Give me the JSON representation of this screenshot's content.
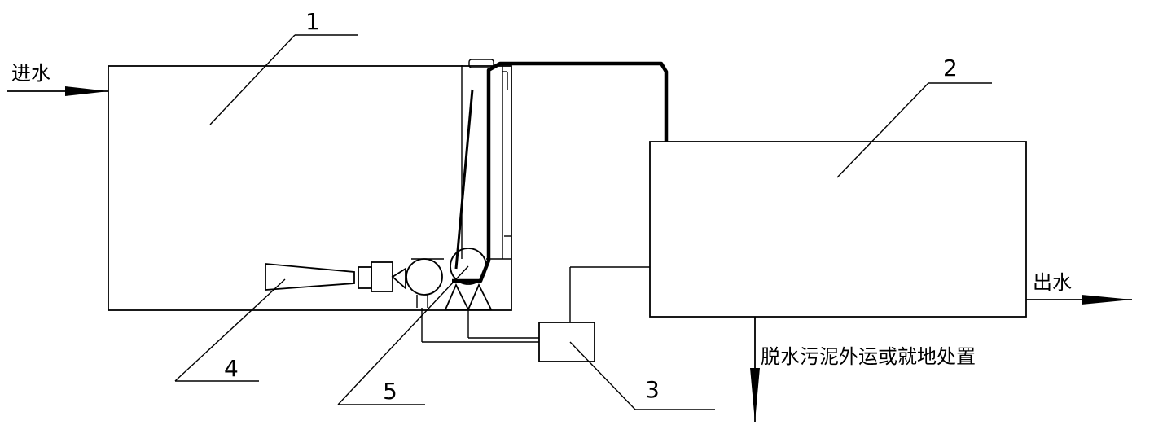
{
  "labels": {
    "inlet": "进水",
    "outlet": "出水",
    "sludge": "脱水污泥外运或就地处置",
    "unit_1": "1",
    "unit_2": "2",
    "unit_3": "3",
    "unit_4": "4",
    "unit_5": "5"
  }
}
